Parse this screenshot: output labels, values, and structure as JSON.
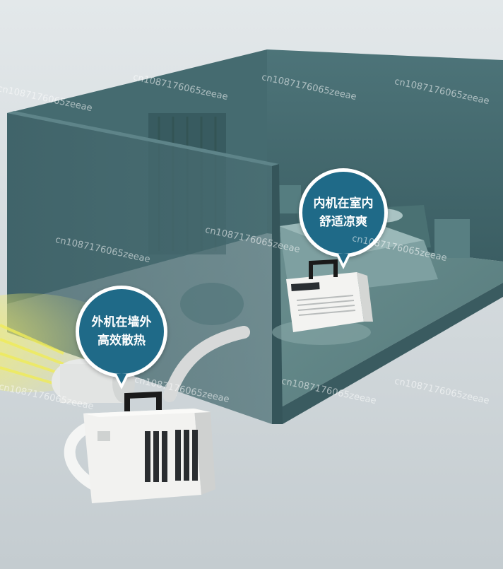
{
  "callouts": {
    "indoor": {
      "line1": "内机在室内",
      "line2": "舒适凉爽"
    },
    "outdoor": {
      "line1": "外机在墙外",
      "line2": "高效散热"
    }
  },
  "watermark": "cn1087176065zeeae",
  "colors": {
    "callout_fill": "#1f6a88",
    "callout_border": "#ffffff",
    "wall": "#3d6066",
    "floor": "#5f8485",
    "background": "#cfd6d9",
    "unit_body": "#f2f2f0",
    "handle": "#1a1a1a",
    "airflow": "#e6e34a"
  }
}
